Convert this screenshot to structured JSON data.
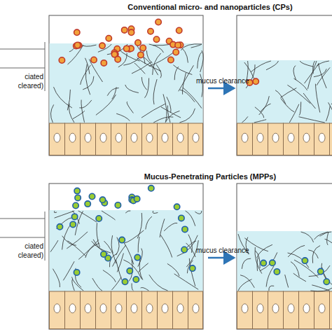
{
  "diagram": {
    "labels": [
      "Conventional micro- and nanoparticles (CPs)",
      "mucus clearance",
      "ciated",
      "cleared)",
      "Mucus-Penetrating Particles (MPPs)",
      "mucus clearance",
      "ciated",
      "cleared)"
    ]
  }
}
